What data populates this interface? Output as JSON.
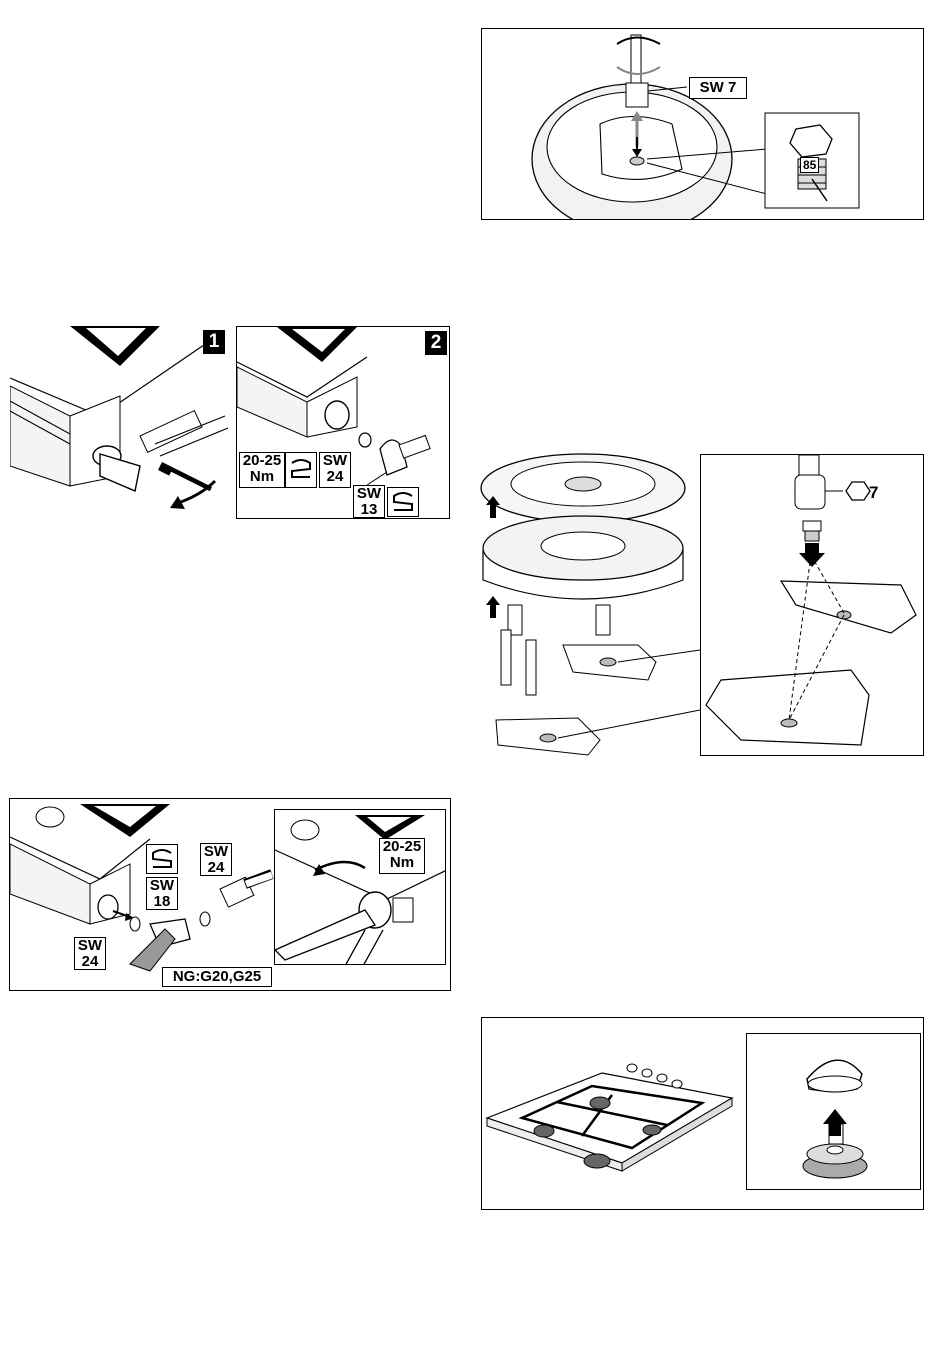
{
  "fig_top_right": {
    "sw_label": "SW 7",
    "jet_number": "85"
  },
  "fig_step1": {
    "step": "1"
  },
  "fig_step2": {
    "step": "2",
    "torque_value": "20-25",
    "torque_unit": "Nm",
    "sw_a_line1": "SW",
    "sw_a_line2": "24",
    "sw_b_line1": "SW",
    "sw_b_line2": "13"
  },
  "fig_burner": {
    "hex_size": "7"
  },
  "fig_ng": {
    "sw_left_line1": "SW",
    "sw_left_line2": "24",
    "sw_mid_line1": "SW",
    "sw_mid_line2": "18",
    "sw_right_line1": "SW",
    "sw_right_line2": "24",
    "gas_label": "NG:G20,G25",
    "torque_value": "20-25",
    "torque_unit": "Nm"
  },
  "fig_hob": {}
}
